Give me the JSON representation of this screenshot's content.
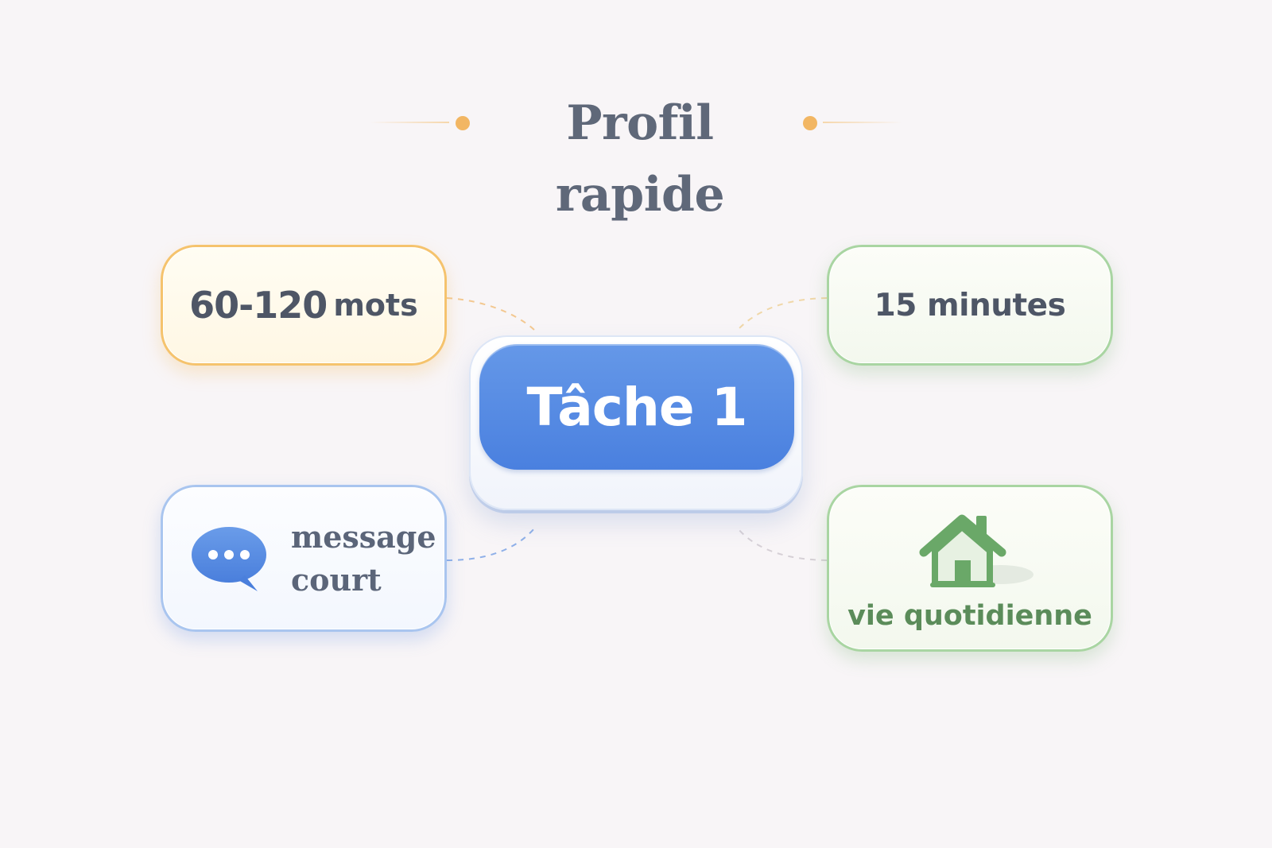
{
  "title": "Profil rapide",
  "center": {
    "label": "Tâche 1"
  },
  "cards": {
    "words": {
      "number": "60-120",
      "unit": "mots"
    },
    "minutes": {
      "label": "15 minutes"
    },
    "message": {
      "line1": "message",
      "line2": "court",
      "icon": "speech-bubble-icon"
    },
    "daily": {
      "label": "vie quotidienne",
      "icon": "house-icon"
    }
  },
  "colors": {
    "accent_orange": "#f2b663",
    "accent_blue": "#4a80df",
    "accent_green": "#6aa868",
    "text": "#4e5666"
  }
}
